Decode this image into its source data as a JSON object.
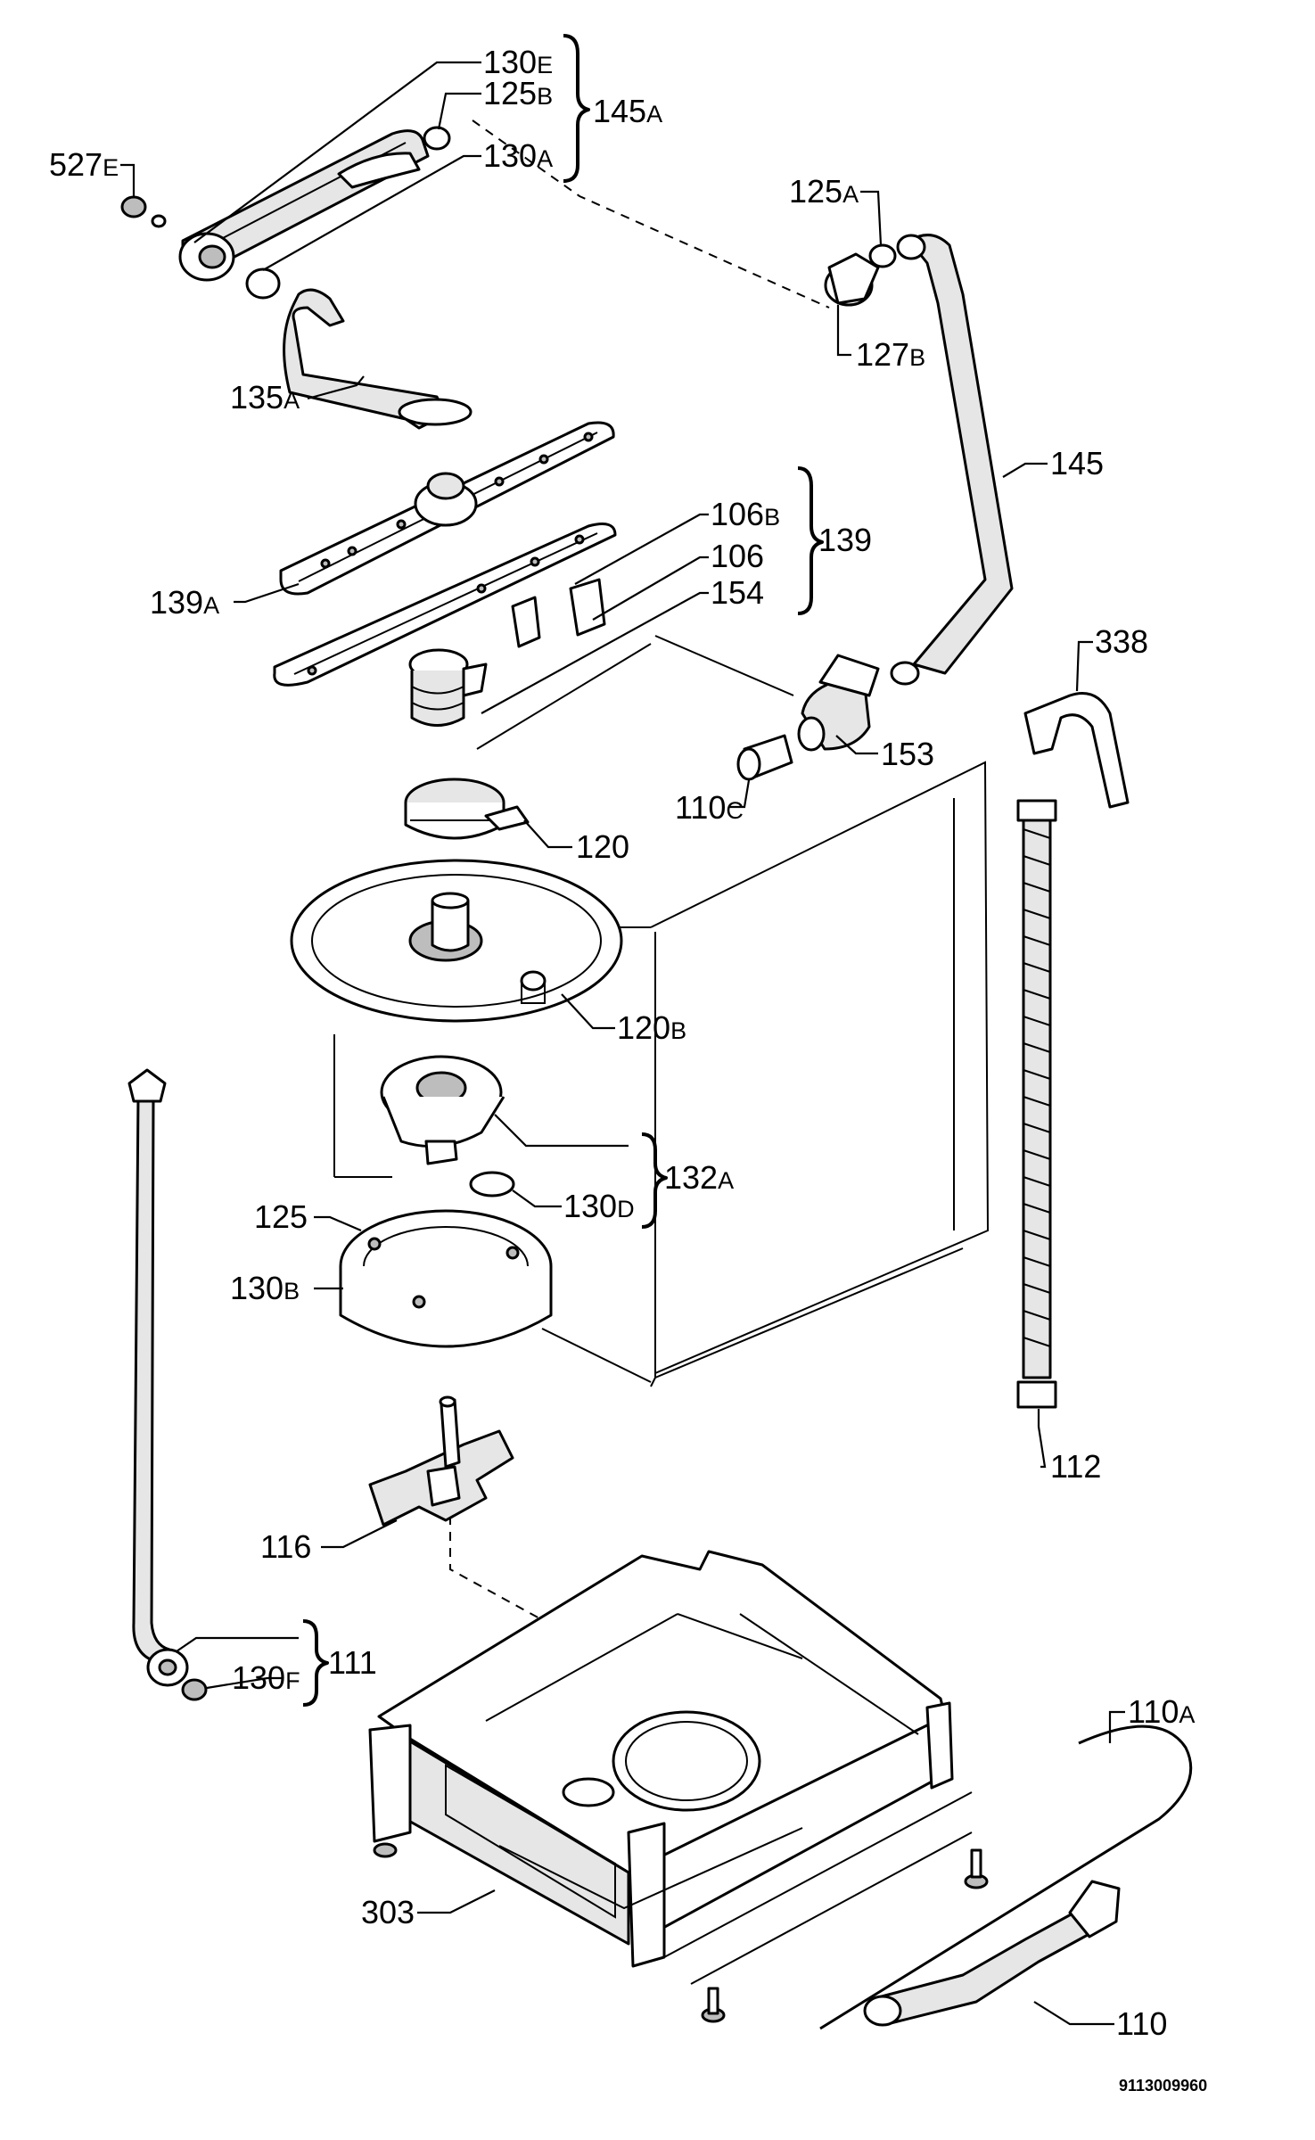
{
  "labels": {
    "l130e": {
      "num": "130",
      "suffix": "E"
    },
    "l125b": {
      "num": "125",
      "suffix": "B"
    },
    "l145a": {
      "num": "145",
      "suffix": "A"
    },
    "l130a": {
      "num": "130",
      "suffix": "A"
    },
    "l527e": {
      "num": "527",
      "suffix": "E"
    },
    "l125a": {
      "num": "125",
      "suffix": "A"
    },
    "l127b": {
      "num": "127",
      "suffix": "B"
    },
    "l135a": {
      "num": "135",
      "suffix": "A"
    },
    "l145": {
      "num": "145",
      "suffix": ""
    },
    "l106b": {
      "num": "106",
      "suffix": "B"
    },
    "l139": {
      "num": "139",
      "suffix": ""
    },
    "l106": {
      "num": "106",
      "suffix": ""
    },
    "l154": {
      "num": "154",
      "suffix": ""
    },
    "l139a": {
      "num": "139",
      "suffix": "A"
    },
    "l338": {
      "num": "338",
      "suffix": ""
    },
    "l153": {
      "num": "153",
      "suffix": ""
    },
    "l110c": {
      "num": "110",
      "suffix": "C"
    },
    "l120": {
      "num": "120",
      "suffix": ""
    },
    "l120b": {
      "num": "120",
      "suffix": "B"
    },
    "l132a": {
      "num": "132",
      "suffix": "A"
    },
    "l130d": {
      "num": "130",
      "suffix": "D"
    },
    "l125": {
      "num": "125",
      "suffix": ""
    },
    "l130b": {
      "num": "130",
      "suffix": "B"
    },
    "l112": {
      "num": "112",
      "suffix": ""
    },
    "l116": {
      "num": "116",
      "suffix": ""
    },
    "l111": {
      "num": "111",
      "suffix": ""
    },
    "l130f": {
      "num": "130",
      "suffix": "F"
    },
    "l110a": {
      "num": "110",
      "suffix": "A"
    },
    "l303": {
      "num": "303",
      "suffix": ""
    },
    "l110": {
      "num": "110",
      "suffix": ""
    }
  },
  "drawing_number": "9113009960"
}
